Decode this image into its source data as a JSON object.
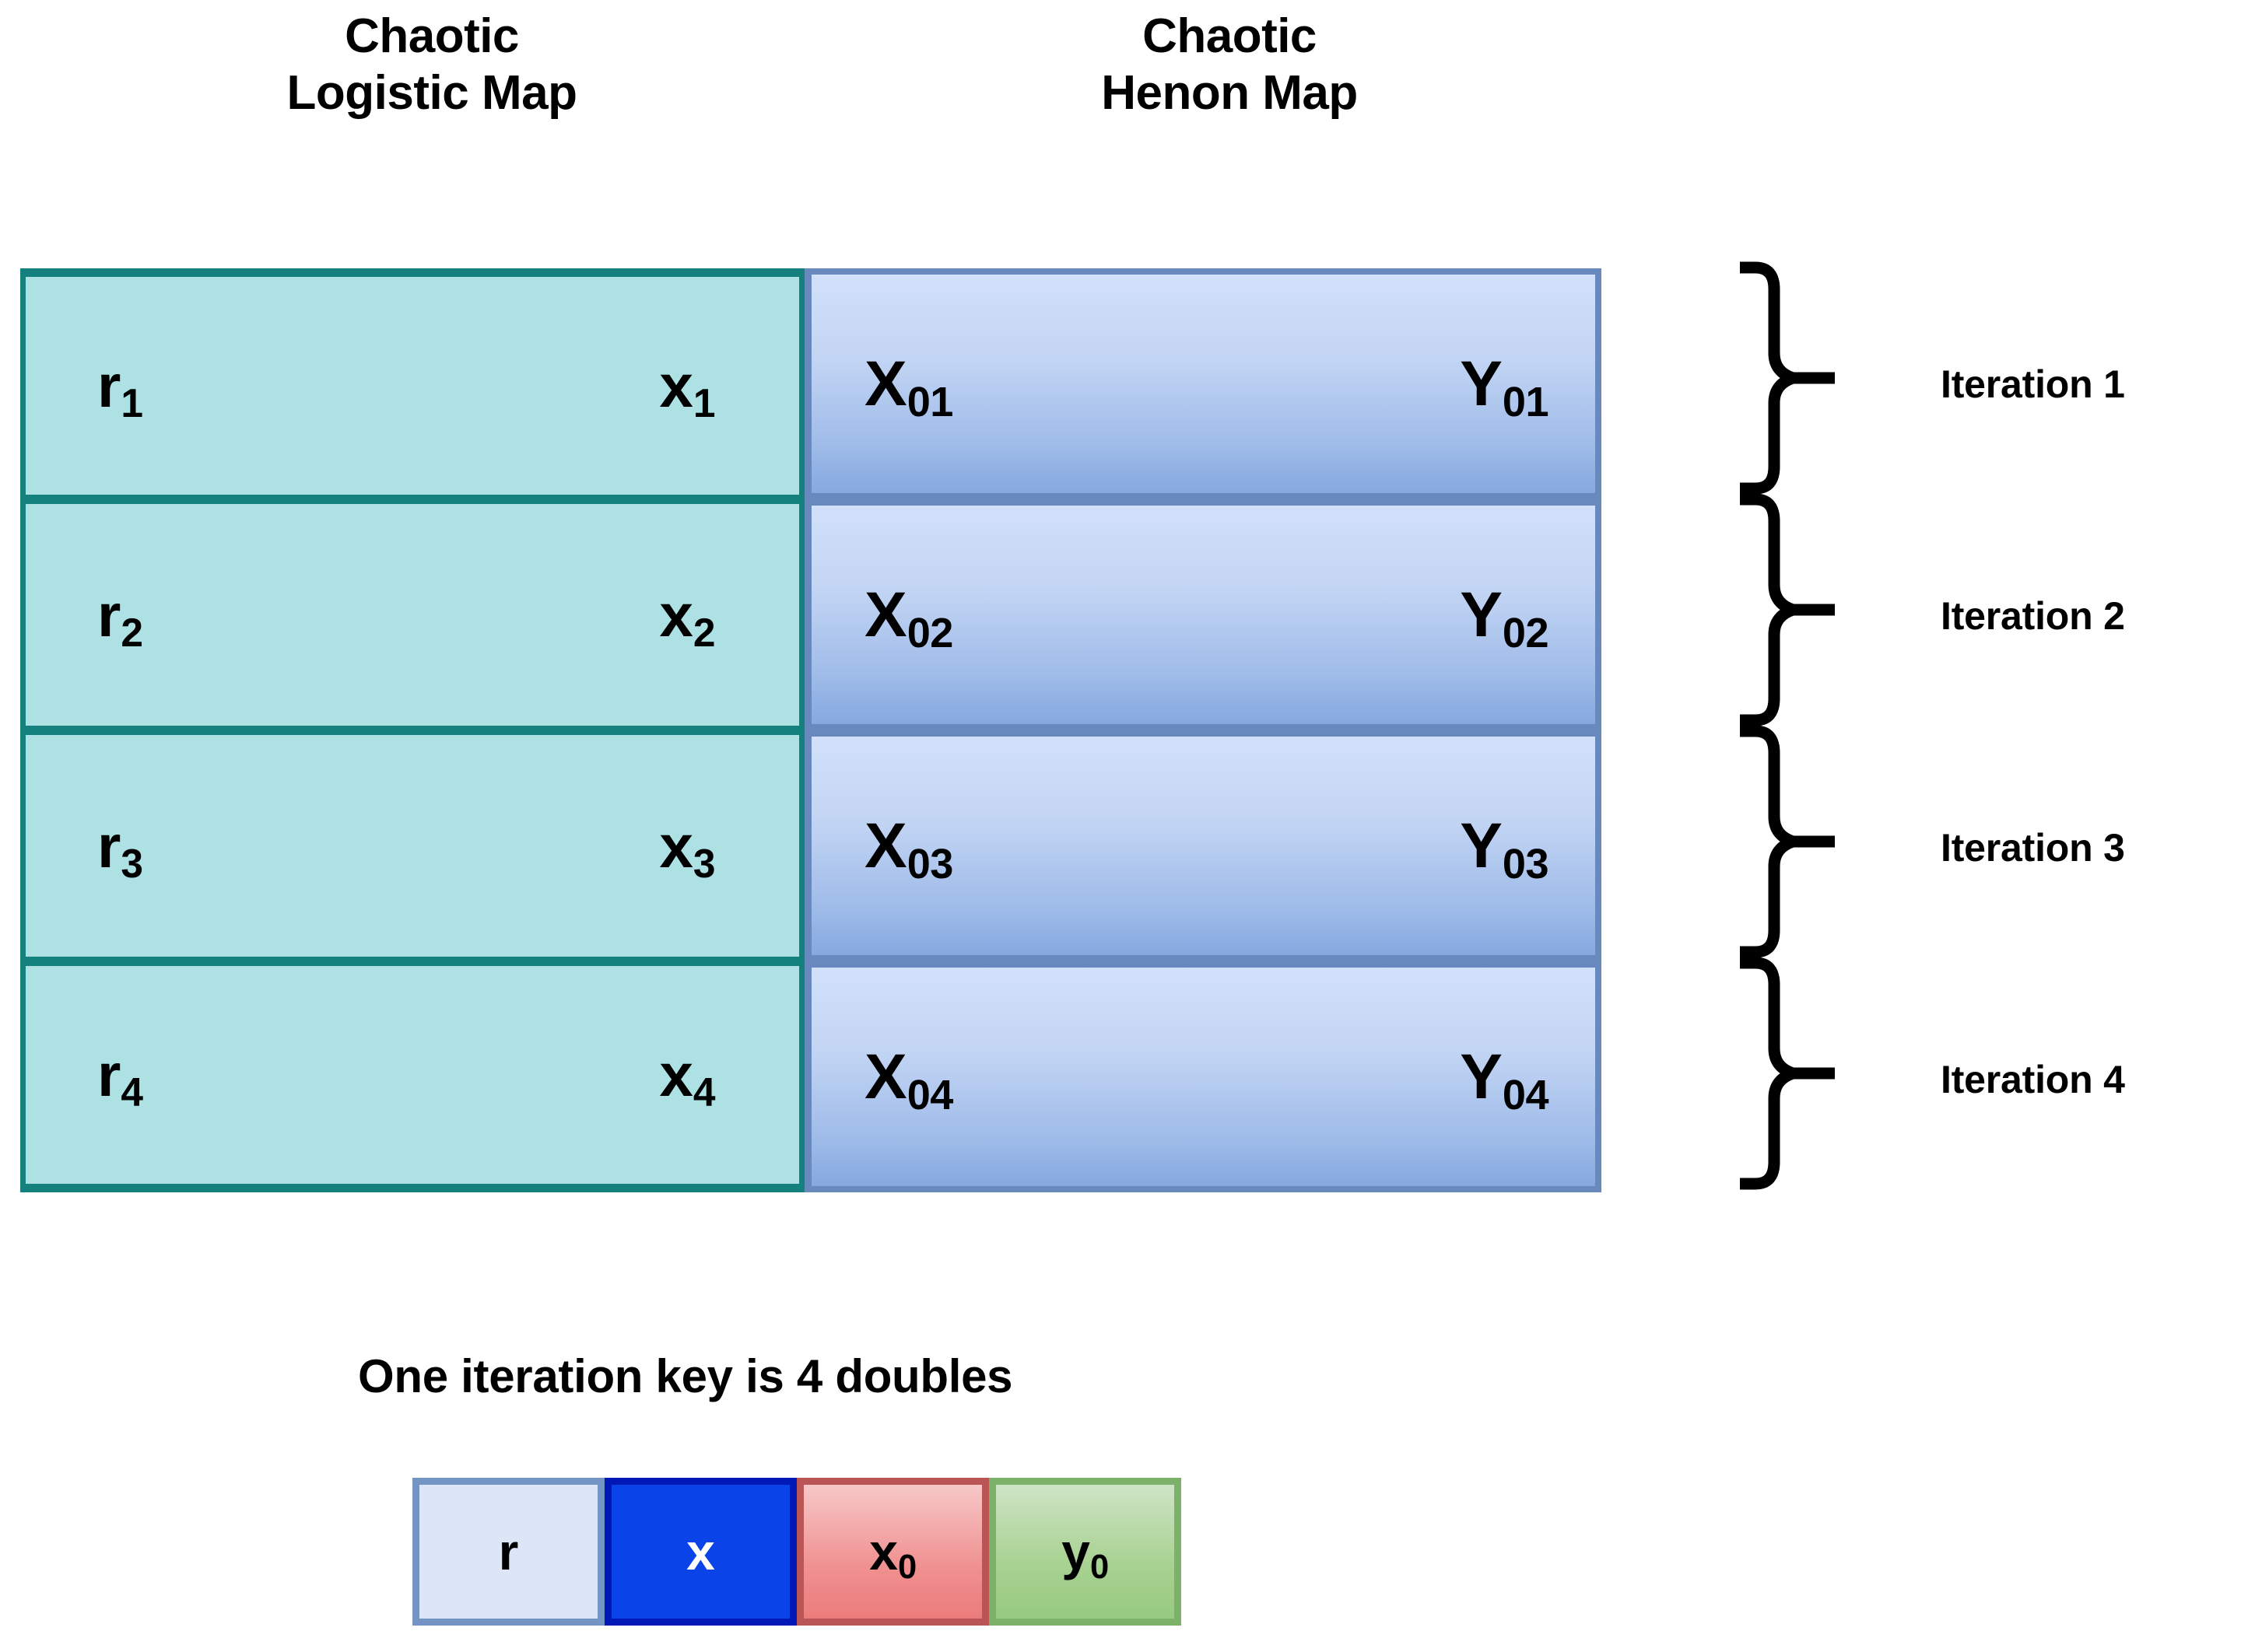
{
  "columns": {
    "logistic_title": "Chaotic\nLogistic Map",
    "henon_title": "Chaotic\nHenon Map"
  },
  "table": {
    "rows": [
      {
        "r": "r",
        "r_sub": "1",
        "x": "x",
        "x_sub": "1",
        "X": "X",
        "X_sub": "01",
        "Y": "Y",
        "Y_sub": "01",
        "iteration": "Iteration 1"
      },
      {
        "r": "r",
        "r_sub": "2",
        "x": "x",
        "x_sub": "2",
        "X": "X",
        "X_sub": "02",
        "Y": "Y",
        "Y_sub": "02",
        "iteration": "Iteration 2"
      },
      {
        "r": "r",
        "r_sub": "3",
        "x": "x",
        "x_sub": "3",
        "X": "X",
        "X_sub": "03",
        "Y": "Y",
        "Y_sub": "03",
        "iteration": "Iteration 3"
      },
      {
        "r": "r",
        "r_sub": "4",
        "x": "x",
        "x_sub": "4",
        "X": "X",
        "X_sub": "04",
        "Y": "Y",
        "Y_sub": "04",
        "iteration": "Iteration 4"
      }
    ]
  },
  "legend": {
    "caption": "One iteration key is 4 doubles",
    "boxes": [
      {
        "label": "r",
        "sub": ""
      },
      {
        "label": "x",
        "sub": ""
      },
      {
        "label": "x",
        "sub": "0"
      },
      {
        "label": "y",
        "sub": "0"
      }
    ]
  },
  "colors": {
    "logistic_fill": "#ADE1E4",
    "logistic_border": "#14817F",
    "henon_fill_top": "#D2E0FA",
    "henon_fill_bottom": "#85A8E0",
    "henon_border": "#6889BE",
    "legend_r_fill": "#DCE6F7",
    "legend_r_border": "#7494C4",
    "legend_x_fill": "#0A44E8",
    "legend_x_border": "#0018B5",
    "legend_x0_fill_top": "#F7C8C8",
    "legend_x0_fill_bottom": "#EC7C7C",
    "legend_x0_border": "#B95554",
    "legend_y0_fill_top": "#CFE4C6",
    "legend_y0_fill_bottom": "#98CA82",
    "legend_y0_border": "#7CB169",
    "brace": "#000000",
    "text": "#000000"
  }
}
